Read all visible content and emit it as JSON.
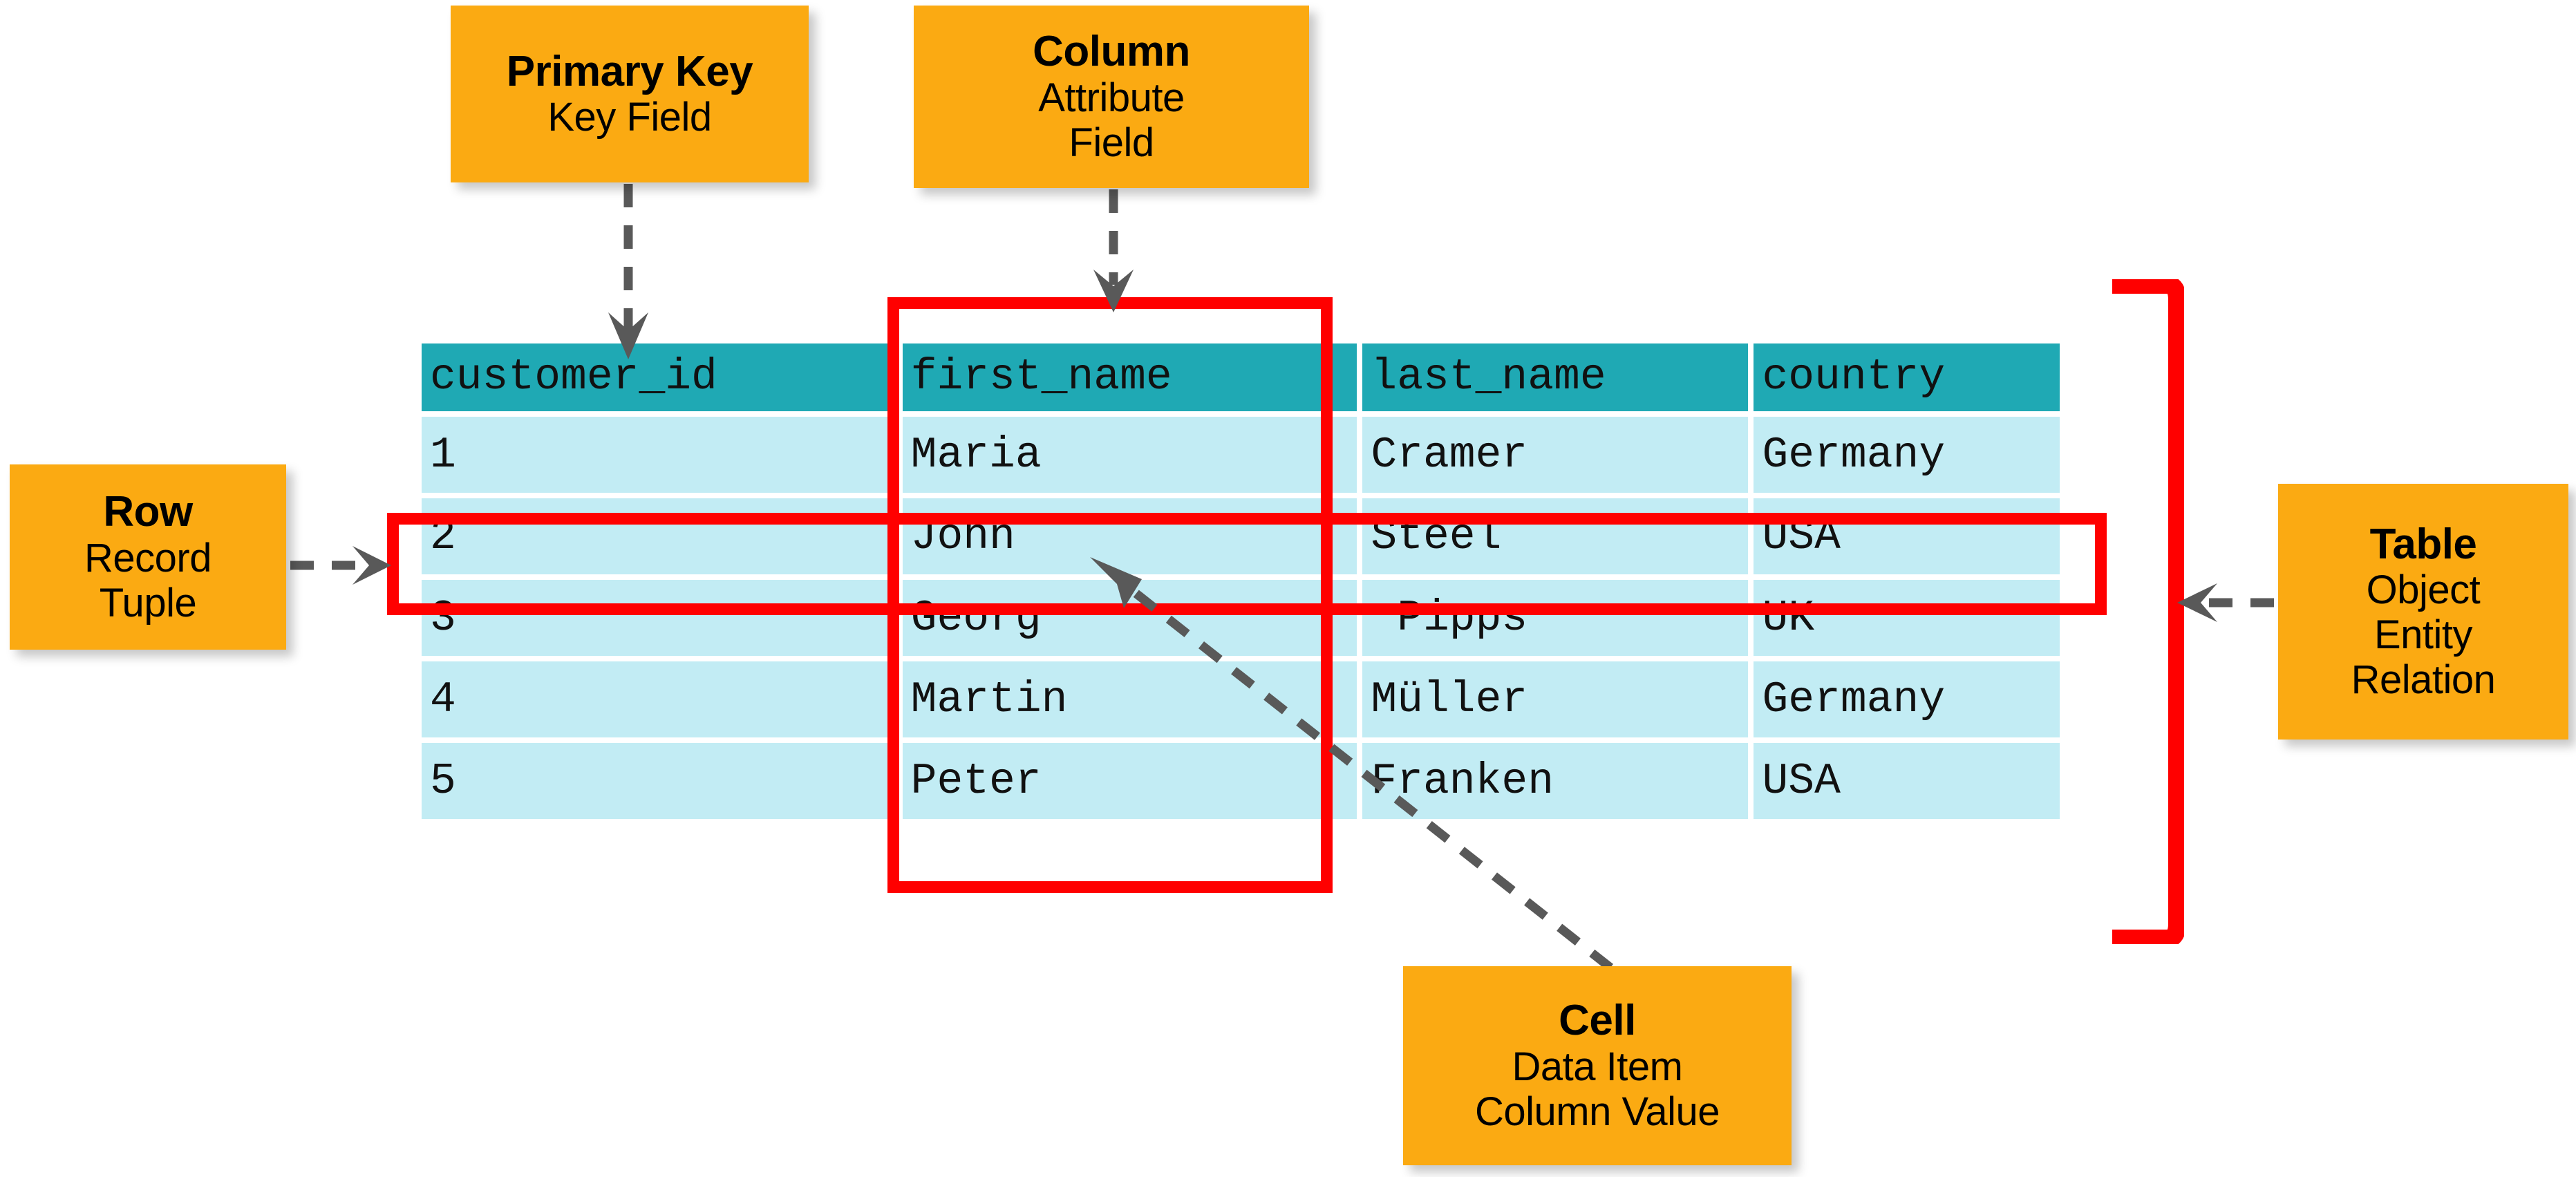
{
  "diagram": {
    "title_colors": {
      "callout_bg": "#FBAA12",
      "header_bg": "#1FA9B4",
      "row_bg": "#C2ECF4",
      "highlight": "#FF0000",
      "arrow": "#595959",
      "page_bg": "#FFFFFF"
    }
  },
  "table": {
    "columns": [
      "customer_id",
      "first_name",
      "last_name",
      "country"
    ],
    "rows": [
      [
        "1",
        "Maria",
        "Cramer",
        "Germany"
      ],
      [
        "2",
        "John",
        "Steel",
        "USA"
      ],
      [
        "3",
        "Georg",
        " Pipps",
        "UK"
      ],
      [
        "4",
        "Martin",
        "Müller",
        "Germany"
      ],
      [
        "5",
        "Peter",
        "Franken",
        "USA"
      ]
    ]
  },
  "callouts": {
    "primary_key": {
      "title": "Primary Key",
      "lines": [
        "Key Field"
      ]
    },
    "column": {
      "title": "Column",
      "lines": [
        "Attribute",
        "Field"
      ]
    },
    "row": {
      "title": "Row",
      "lines": [
        "Record",
        "Tuple"
      ]
    },
    "table": {
      "title": "Table",
      "lines": [
        "Object",
        "Entity",
        "Relation"
      ]
    },
    "cell": {
      "title": "Cell",
      "lines": [
        "Data Item",
        "Column Value"
      ]
    }
  }
}
